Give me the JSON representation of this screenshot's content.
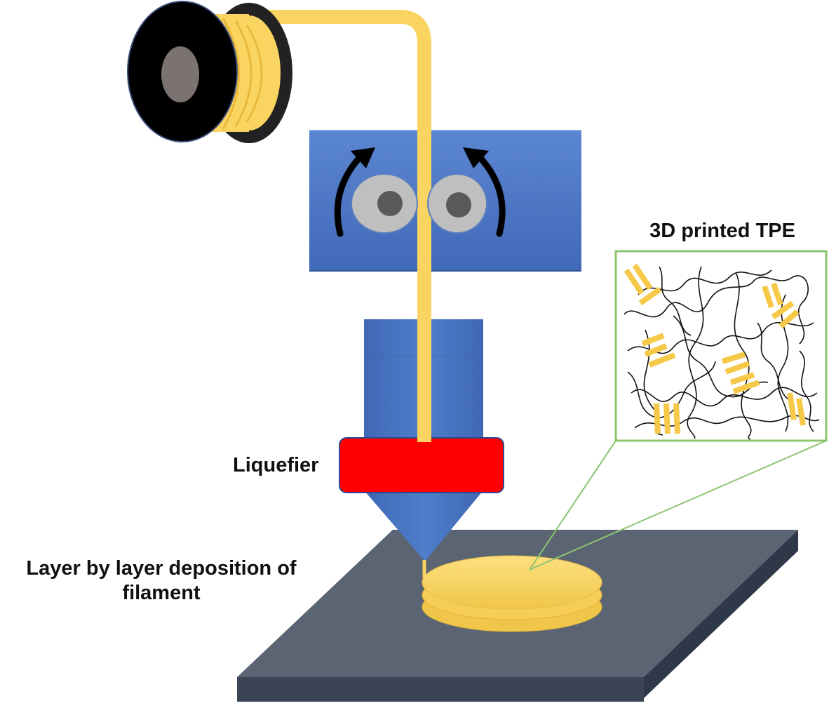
{
  "labels": {
    "tpe_title": "3D printed TPE",
    "liquefier": "Liquefier",
    "deposition_line1": "Layer by layer deposition of",
    "deposition_line2": "filament"
  },
  "colors": {
    "filament": "#FAD461",
    "filament_dark": "#E8B93C",
    "blue_block": "#4472C4",
    "blue_dark": "#2F5597",
    "liquefier": "#FF0000",
    "bed_top": "#5A6472",
    "bed_side": "#2E3848",
    "spool": "#000000",
    "roller": "#BFBFBF",
    "roller_hub": "#595959",
    "inset_border": "#8CC46E"
  },
  "icons": {
    "spool": "filament-spool-icon",
    "rollers": "drive-roller-icon",
    "arrows": "rotation-arrow-icon"
  }
}
